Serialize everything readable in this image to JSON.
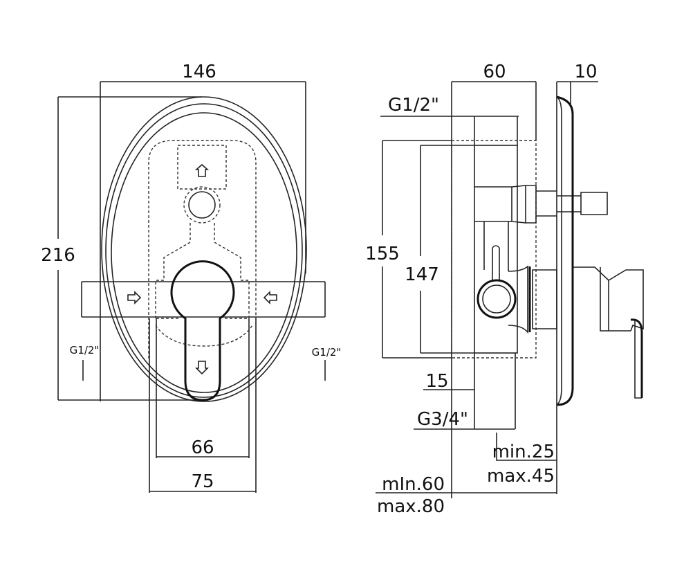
{
  "front_view": {
    "width": "146",
    "height": "216",
    "inlet_left": "G1/2\"",
    "inlet_right": "G1/2\"",
    "inner_width": "66",
    "outer_width": "75"
  },
  "side_view": {
    "depth": "60",
    "plate": "10",
    "top_outlet": "G1/2\"",
    "box_height": "155",
    "body_height": "147",
    "offset": "15",
    "bottom_outlet": "G3/4\"",
    "install_min_small": "min.25",
    "install_max_small": "max.45",
    "install_min_large": "mIn.60",
    "install_max_large": "max.80"
  }
}
